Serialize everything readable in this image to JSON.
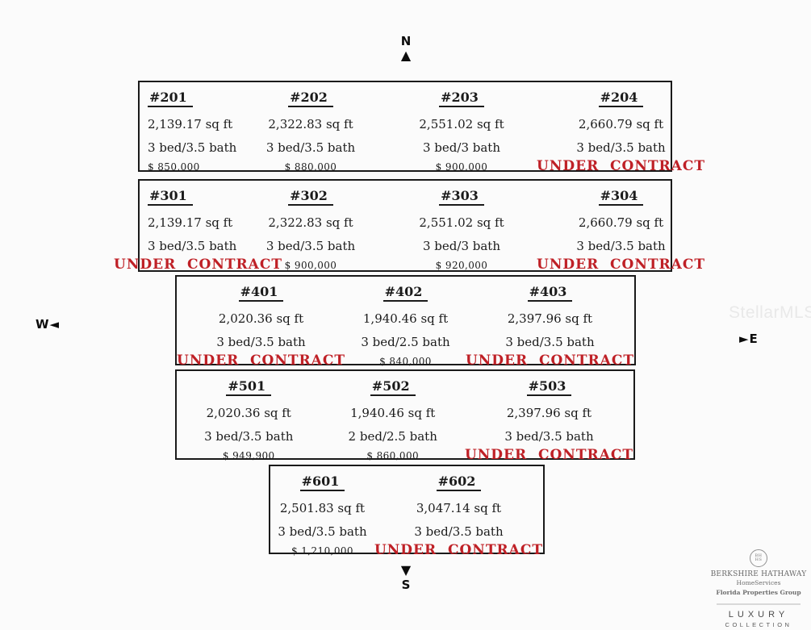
{
  "labels": {
    "under_contract": "UNDER  CONTRACT"
  },
  "colors": {
    "under_contract_red": "#bf2026",
    "text": "#1b1b1b",
    "border": "#1a1a1a"
  },
  "watermark": "StellarMLS",
  "compass": {
    "north": "N",
    "south": "S",
    "west": "W",
    "east": "E",
    "north_arrow": "▲",
    "south_arrow": "▼",
    "west_arrow": "◄",
    "east_arrow": "►"
  },
  "floors": [
    {
      "name": "floor-2",
      "units": [
        {
          "number": "#201",
          "sqft": "2,139.17 sq ft",
          "bedbath": "3 bed/3.5 bath",
          "price": "$ 850,000"
        },
        {
          "number": "#202",
          "sqft": "2,322.83 sq ft",
          "bedbath": "3 bed/3.5 bath",
          "price": "$ 880,000"
        },
        {
          "number": "#203",
          "sqft": "2,551.02 sq ft",
          "bedbath": "3 bed/3 bath",
          "price": "$ 900,000"
        },
        {
          "number": "#204",
          "sqft": "2,660.79 sq ft",
          "bedbath": "3 bed/3.5 bath",
          "status": "under_contract"
        }
      ]
    },
    {
      "name": "floor-3",
      "units": [
        {
          "number": "#301",
          "sqft": "2,139.17 sq ft",
          "bedbath": "3 bed/3.5 bath",
          "status": "under_contract"
        },
        {
          "number": "#302",
          "sqft": "2,322.83 sq ft",
          "bedbath": "3 bed/3.5 bath",
          "price": "$ 900,000"
        },
        {
          "number": "#303",
          "sqft": "2,551.02 sq ft",
          "bedbath": "3 bed/3 bath",
          "price": "$ 920,000"
        },
        {
          "number": "#304",
          "sqft": "2,660.79 sq ft",
          "bedbath": "3 bed/3.5 bath",
          "status": "under_contract"
        }
      ]
    },
    {
      "name": "floor-4",
      "units": [
        {
          "number": "#401",
          "sqft": "2,020.36 sq ft",
          "bedbath": "3 bed/3.5 bath",
          "status": "under_contract"
        },
        {
          "number": "#402",
          "sqft": "1,940.46 sq ft",
          "bedbath": "3 bed/2.5 bath",
          "price": "$ 840,000"
        },
        {
          "number": "#403",
          "sqft": "2,397.96 sq ft",
          "bedbath": "3 bed/3.5 bath",
          "status": "under_contract"
        }
      ]
    },
    {
      "name": "floor-5",
      "units": [
        {
          "number": "#501",
          "sqft": "2,020.36 sq ft",
          "bedbath": "3 bed/3.5 bath",
          "price": "$ 949,900"
        },
        {
          "number": "#502",
          "sqft": "1,940.46 sq ft",
          "bedbath": "2 bed/2.5 bath",
          "price": "$ 860,000"
        },
        {
          "number": "#503",
          "sqft": "2,397.96 sq ft",
          "bedbath": "3 bed/3.5 bath",
          "status": "under_contract"
        }
      ]
    },
    {
      "name": "floor-6",
      "units": [
        {
          "number": "#601",
          "sqft": "2,501.83 sq ft",
          "bedbath": "3 bed/3.5 bath",
          "price": "$ 1,210,000"
        },
        {
          "number": "#602",
          "sqft": "3,047.14 sq ft",
          "bedbath": "3 bed/3.5 bath",
          "status": "under_contract"
        }
      ]
    }
  ],
  "brokerage": {
    "seal_line1": "BH",
    "seal_line2": "HS",
    "name": "BERKSHIRE HATHAWAY",
    "subtitle": "HomeServices",
    "group": "Florida Properties Group",
    "luxury": "LUXURY",
    "collection": "COLLECTION"
  }
}
